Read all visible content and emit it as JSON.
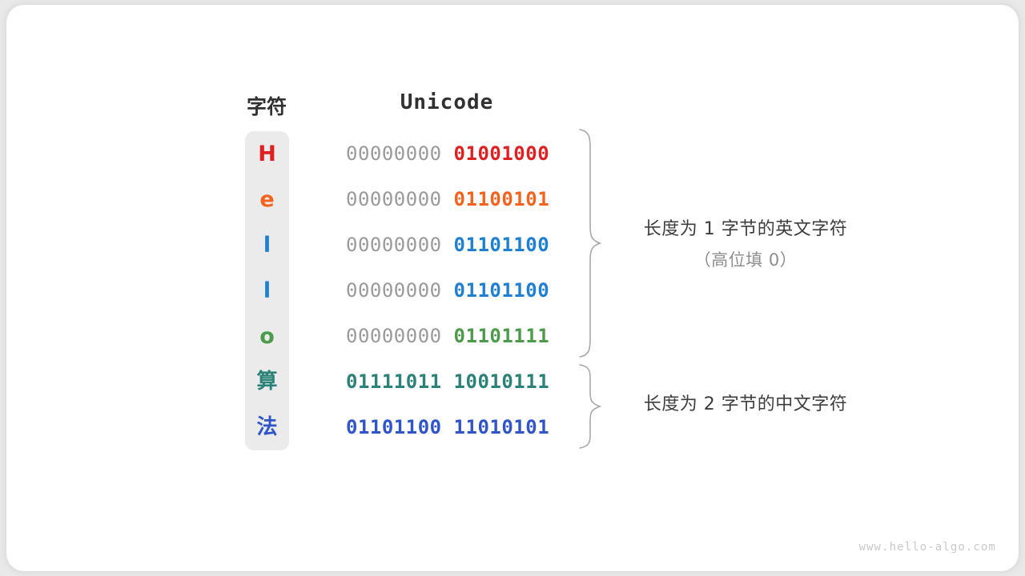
{
  "figure": {
    "watermark": "www.hello-algo.com",
    "background_color": "#ffffff",
    "card_color": "#ffffff",
    "char_column_color": "#ebebeb"
  },
  "table": {
    "headers": {
      "character": "字符",
      "unicode": "Unicode"
    },
    "rows": [
      {
        "character": "H",
        "color": "#e02020",
        "high_byte": "00000000",
        "low_byte": "01001000",
        "high_emphasis": false
      },
      {
        "character": "e",
        "color": "#f4631e",
        "high_byte": "00000000",
        "low_byte": "01100101",
        "high_emphasis": false
      },
      {
        "character": "l",
        "color": "#2080d0",
        "high_byte": "00000000",
        "low_byte": "01101100",
        "high_emphasis": false
      },
      {
        "character": "l",
        "color": "#2080d0",
        "high_byte": "00000000",
        "low_byte": "01101100",
        "high_emphasis": false
      },
      {
        "character": "o",
        "color": "#4b9b4b",
        "high_byte": "00000000",
        "low_byte": "01101111",
        "high_emphasis": false
      },
      {
        "character": "算",
        "color": "#2b8278",
        "high_byte": "01111011",
        "low_byte": "10010111",
        "high_emphasis": true
      },
      {
        "character": "法",
        "color": "#2f55c8",
        "high_byte": "01101100",
        "low_byte": "11010101",
        "high_emphasis": true
      }
    ]
  },
  "annotations": [
    {
      "line1": "长度为 1 字节的英文字符",
      "line2": "（高位填 0）"
    },
    {
      "line1": "长度为 2 字节的中文字符",
      "line2": ""
    }
  ],
  "chart_data": {
    "type": "table",
    "title": "",
    "columns": [
      "字符",
      "Unicode"
    ],
    "rows": [
      [
        "H",
        "00000000 01001000"
      ],
      [
        "e",
        "00000000 01100101"
      ],
      [
        "l",
        "00000000 01101100"
      ],
      [
        "l",
        "00000000 01101100"
      ],
      [
        "o",
        "00000000 01101111"
      ],
      [
        "算",
        "01111011 10010111"
      ],
      [
        "法",
        "01101100 11010101"
      ]
    ],
    "annotations": [
      "长度为 1 字节的英文字符（高位填 0）",
      "长度为 2 字节的中文字符"
    ]
  }
}
